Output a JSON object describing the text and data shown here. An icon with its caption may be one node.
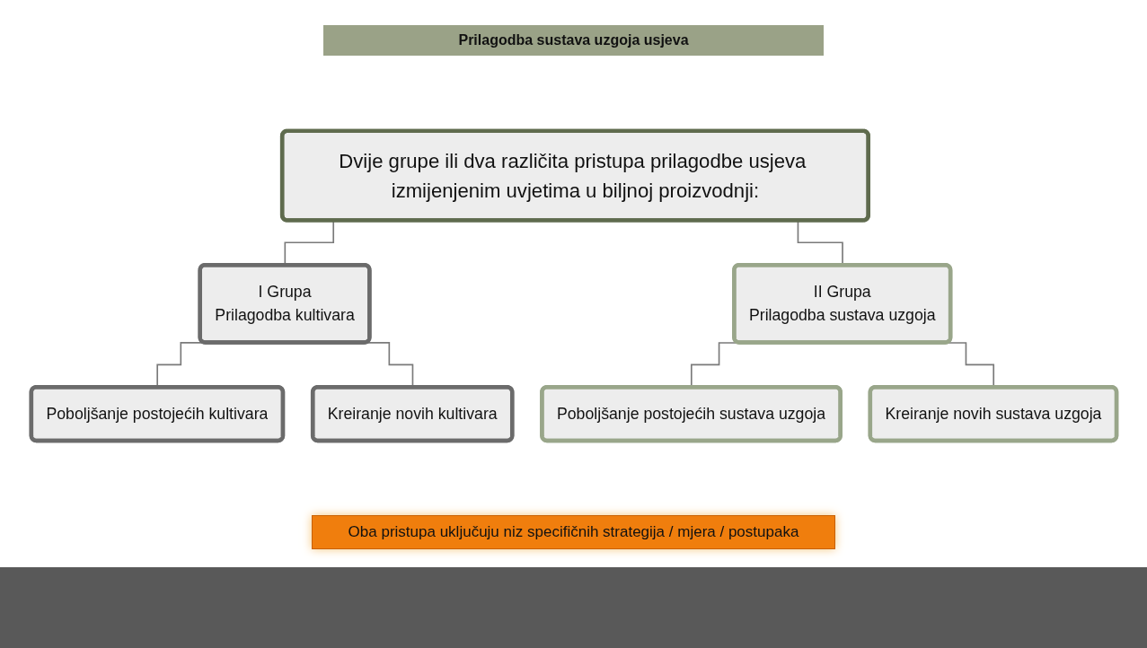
{
  "diagram": {
    "title": "Prilagodba sustava uzgoja usjeva",
    "nodes": [
      {
        "text": [
          "Dvije grupe ili dva različita pristupa prilagodbe usjeva izmijenjenim uvjetima u biljnoj proizvodnji:"
        ]
      },
      {
        "text": [
          "I Grupa",
          "Prilagodba kultivara"
        ]
      },
      {
        "text": [
          "II Grupa",
          "Prilagodba sustava uzgoja"
        ]
      },
      {
        "text": [
          "Poboljšanje postojećih kultivara"
        ]
      },
      {
        "text": [
          "Kreiranje novih kultivara"
        ]
      },
      {
        "text": [
          "Poboljšanje postojećih sustava uzgoja"
        ]
      },
      {
        "text": [
          "Kreiranje novih sustava uzgoja"
        ]
      }
    ],
    "edges": [
      {
        "from": 0,
        "to": 1,
        "arrow": "none"
      },
      {
        "from": 0,
        "to": 2,
        "arrow": "none"
      },
      {
        "from": 1,
        "to": 3,
        "arrow": "none"
      },
      {
        "from": 1,
        "to": 4,
        "arrow": "none"
      },
      {
        "from": 2,
        "to": 5,
        "arrow": "none"
      },
      {
        "from": 2,
        "to": 6,
        "arrow": "none"
      }
    ],
    "labels": [
      "Oba pristupa uključuju niz specifičnih strategija / mjera / postupaka"
    ]
  }
}
